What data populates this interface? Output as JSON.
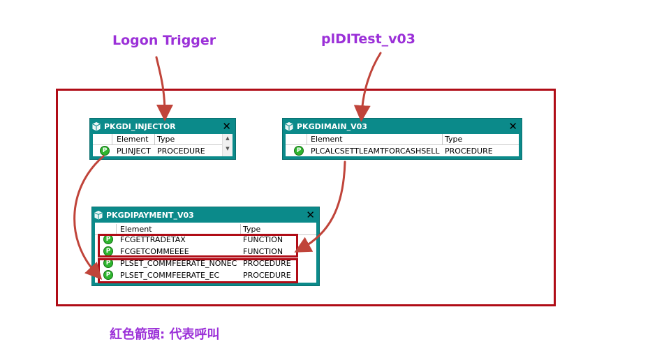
{
  "labels": {
    "logon_trigger": "Logon Trigger",
    "pidi_test": "plDITest_v03",
    "legend": "紅色箭頭: 代表呼叫"
  },
  "colors": {
    "accent_red": "#b00c16",
    "label_purple": "#9b30d8",
    "teal": "#0b8a8a"
  },
  "packages": [
    {
      "title": "PKGDI_INJECTOR",
      "columns": [
        "Element",
        "Type"
      ],
      "rows": [
        {
          "element": "PLINJECT",
          "type": "PROCEDURE"
        }
      ]
    },
    {
      "title": "PKGDIMAIN_V03",
      "columns": [
        "Element",
        "Type"
      ],
      "rows": [
        {
          "element": "PLCALCSETTLEAMTFORCASHSELL",
          "type": "PROCEDURE"
        }
      ]
    },
    {
      "title": "PKGDIPAYMENT_V03",
      "columns": [
        "Element",
        "Type"
      ],
      "rows": [
        {
          "element": "FCGETTRADETAX",
          "type": "FUNCTION"
        },
        {
          "element": "FCGETCOMMEEEE",
          "type": "FUNCTION"
        },
        {
          "element": "PLSET_COMMFEERATE_NONEC",
          "type": "PROCEDURE"
        },
        {
          "element": "PLSET_COMMFEERATE_EC",
          "type": "PROCEDURE"
        }
      ]
    }
  ],
  "icons": {
    "package": "package-icon",
    "procedure": "procedure-icon",
    "close": "close-icon"
  }
}
